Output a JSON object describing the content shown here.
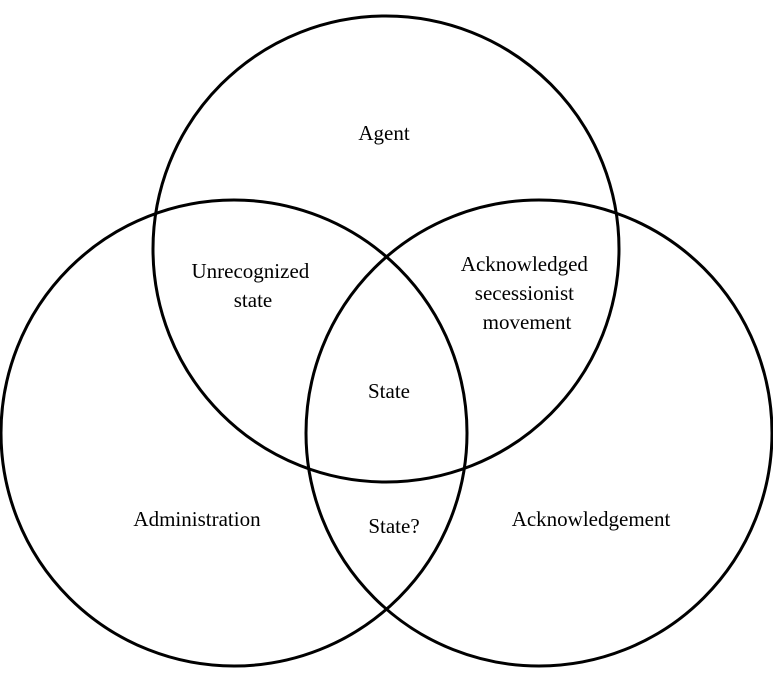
{
  "diagram": {
    "type": "venn",
    "sets": [
      {
        "id": "agent",
        "label": "Agent"
      },
      {
        "id": "administration",
        "label": "Administration"
      },
      {
        "id": "acknowledgement",
        "label": "Acknowledgement"
      }
    ],
    "intersections": {
      "agent_administration": [
        "Unrecognized",
        "state"
      ],
      "agent_acknowledgement": [
        "Acknowledged",
        "secessionist",
        "movement"
      ],
      "administration_acknowledgement": "State?",
      "all": "State"
    },
    "colors": {
      "stroke": "#000000",
      "background": "#ffffff",
      "text": "#000000"
    }
  }
}
